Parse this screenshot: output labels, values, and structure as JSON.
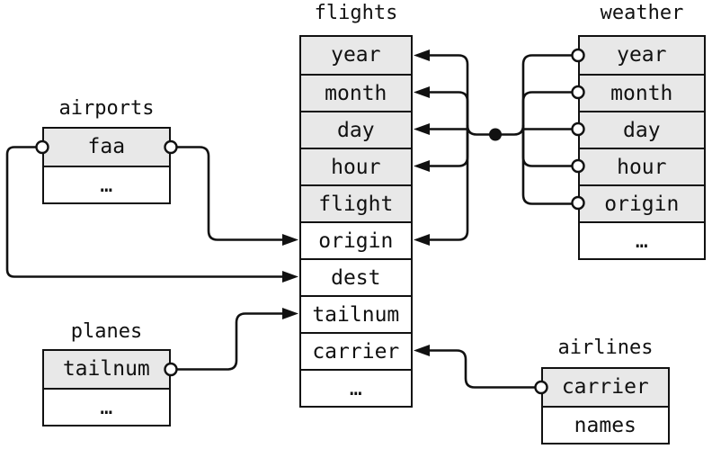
{
  "tables": {
    "flights": {
      "title": "flights",
      "rows": [
        "year",
        "month",
        "day",
        "hour",
        "flight",
        "origin",
        "dest",
        "tailnum",
        "carrier",
        "…"
      ],
      "key_rows": [
        0,
        1,
        2,
        3,
        4
      ]
    },
    "weather": {
      "title": "weather",
      "rows": [
        "year",
        "month",
        "day",
        "hour",
        "origin",
        "…"
      ],
      "key_rows": [
        0,
        1,
        2,
        3,
        4
      ]
    },
    "airports": {
      "title": "airports",
      "rows": [
        "faa",
        "…"
      ],
      "key_rows": [
        0
      ]
    },
    "planes": {
      "title": "planes",
      "rows": [
        "tailnum",
        "…"
      ],
      "key_rows": [
        0
      ]
    },
    "airlines": {
      "title": "airlines",
      "rows": [
        "carrier",
        "names"
      ],
      "key_rows": [
        0
      ]
    }
  },
  "relations": [
    {
      "from": "weather (year, month, day, hour, origin)",
      "to": "flights (year, month, day, hour, origin)",
      "compound": true
    },
    {
      "from": "airports (faa)",
      "to": "flights (origin)",
      "compound": false
    },
    {
      "from": "airports (faa)",
      "to": "flights (dest)",
      "compound": false
    },
    {
      "from": "planes (tailnum)",
      "to": "flights (tailnum)",
      "compound": false
    },
    {
      "from": "airlines (carrier)",
      "to": "flights (carrier)",
      "compound": false
    }
  ],
  "colors": {
    "background": "#ffffff",
    "key_row_fill": "#e8e8e8",
    "row_fill": "#ffffff",
    "border": "#111111",
    "line": "#111111",
    "text": "#111111"
  }
}
